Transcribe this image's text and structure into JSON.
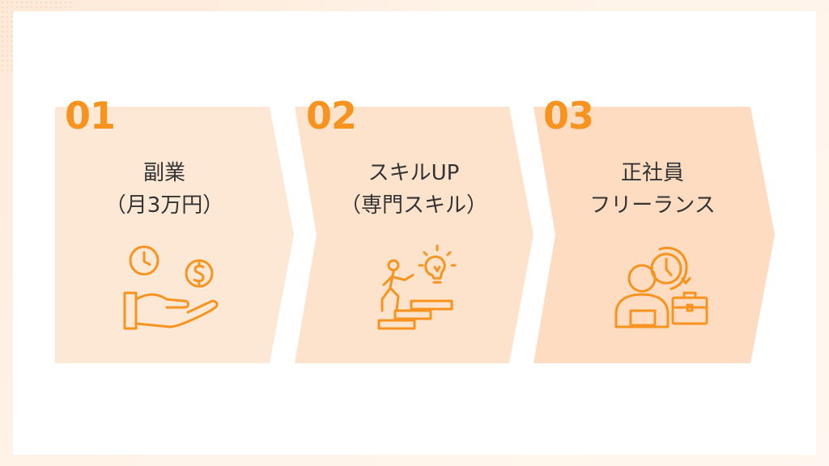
{
  "colors": {
    "accent": "#f7931e",
    "step1_fill": "#fde8d6",
    "step2_fill": "#fde3cc",
    "step3_fill": "#fddcc1",
    "text": "#333333"
  },
  "steps": [
    {
      "number": "01",
      "line1": "副業",
      "line2": "（月3万円）",
      "icon": "hand-money-clock-icon"
    },
    {
      "number": "02",
      "line1": "スキルUP",
      "line2": "（専門スキル）",
      "icon": "climbing-stairs-idea-icon"
    },
    {
      "number": "03",
      "line1": "正社員",
      "line2": "フリーランス",
      "icon": "worker-clock-briefcase-icon"
    }
  ]
}
